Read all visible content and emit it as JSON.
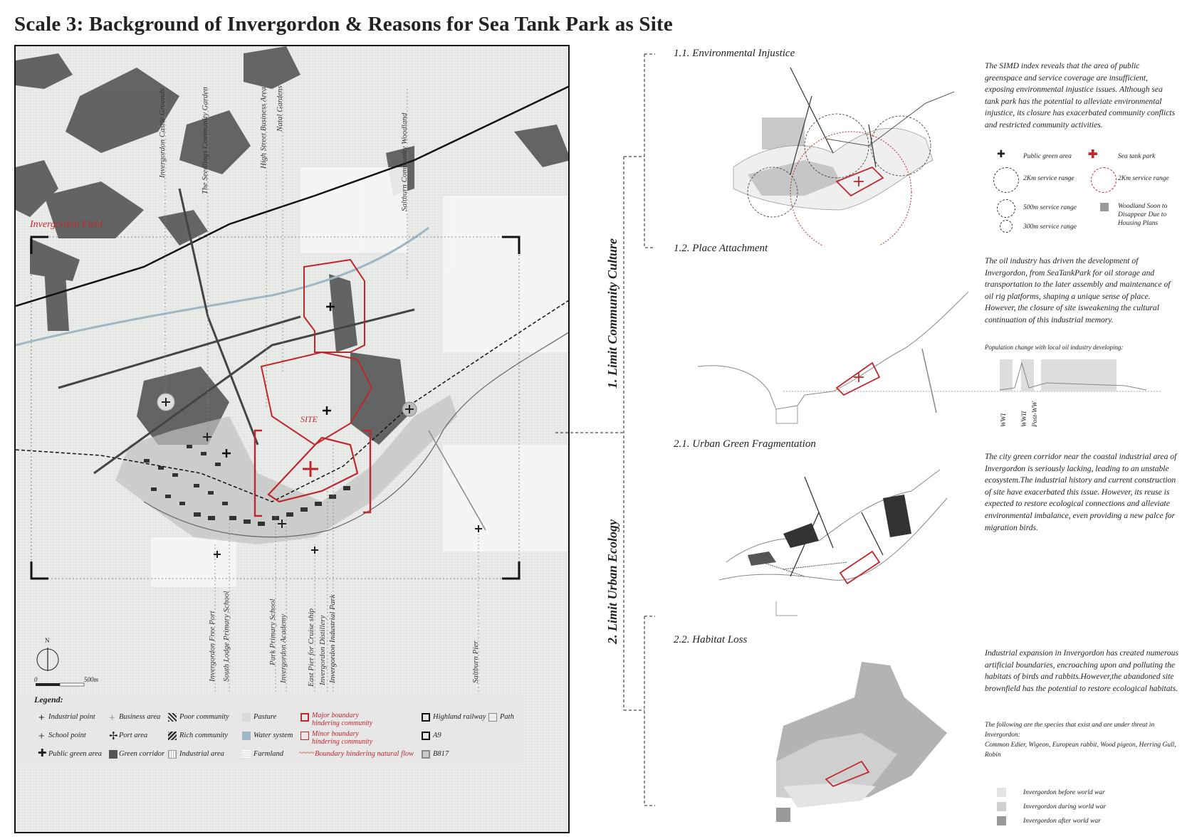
{
  "title": "Scale 3: Background of Invergordon & Reasons for Sea Tank Park as Site",
  "map": {
    "field_label": "Invergordon Field",
    "site_label": "SITE",
    "top_labels": [
      "Invergordon Castle Grounds",
      "The Seedlings Community Garden",
      "High Street Business Area",
      "Natal Gardens",
      "Saltburn Community Woodland"
    ],
    "bottom_labels": [
      "Invergordon Free Port",
      "South Lodge Primary School",
      "Park Primary School",
      "Invergordon Academy",
      "East Pier for Cruise ship",
      "Invergordon Distillery",
      "Invergordon Industrial Park",
      "Saltburn Pier"
    ],
    "north": "N",
    "scale_start": "0",
    "scale_end": "500m"
  },
  "legend": {
    "title": "Legend:",
    "items": [
      "Industrial point",
      "Business area",
      "Poor community",
      "Pasture",
      "Major boundary hindering community",
      "Highland railway",
      "Path",
      "School point",
      "Port area",
      "Rich community",
      "Water system",
      "Minor boundary hindering community",
      "A9",
      "Public green area",
      "Green corridor",
      "Industrial area",
      "Farmland",
      "Boundary hindering natural flow",
      "B817"
    ]
  },
  "categories": {
    "cat1": "1. Limit Community Culture",
    "cat2": "2. Limit Urban Ecology"
  },
  "sections": {
    "s11": {
      "title": "1.1. Environmental Injustice",
      "text": "The SIMD index reveals that the area of public greenspace and service coverage are insufficient, exposing environmental injustice issues. Although sea tank park has the potential to alleviate environmental injustice, its closure has exacerbated community conflicts and restricted community activities.",
      "legend": [
        "Public green area",
        "Sea tank park",
        "2Km service range",
        "2Km service range",
        "500m service range",
        "Woodland Soon to Disappear Due to Housing Plans",
        "300m service range"
      ]
    },
    "s12": {
      "title": "1.2. Place Attachment",
      "text": "The oil industry has driven the development of Invergordon, from SeaTankPark for oil storage and transportation to the later assembly and maintenance of oil rig platforms, shaping a unique sense of place. However, the closure of site isweakening the cultural continuation of this industrial memory.",
      "chart_title": "Population change with local oil industry developing:",
      "periods": [
        "WWI",
        "WWII",
        "Post-WW"
      ]
    },
    "s21": {
      "title": "2.1. Urban Green Fragmentation",
      "text": "The city green corridor near the coastal industrial area of Invergordon is seriously lacking, leading to an unstable ecosystem.The industrial history and current construction of site have exacerbated this issue. However, its reuse is expected to restore ecological connections and alleviate environmental imbalance, even providing a new palce for migration birds."
    },
    "s22": {
      "title": "2.2. Habitat Loss",
      "text": "Industrial expansion in Invergordon has created numerous artificial boundaries, encroaching upon and polluting the habitats of birds and rabbits.However,the abandoned site brownfield has the potential to restore ecological habitats.",
      "species_intro": "The following are the species that exist and are under threat in Invergordon:",
      "species": "Common Edier, Wigeon, European rabbit, Wood pigeon, Herring Gull, Robin",
      "legend": [
        "Invergordon before world war",
        "Invergordon during world war",
        "Invergordon after world war"
      ]
    }
  },
  "colors": {
    "accent": "#c0272d",
    "dark": "#111111",
    "water": "#9fb7c4"
  }
}
